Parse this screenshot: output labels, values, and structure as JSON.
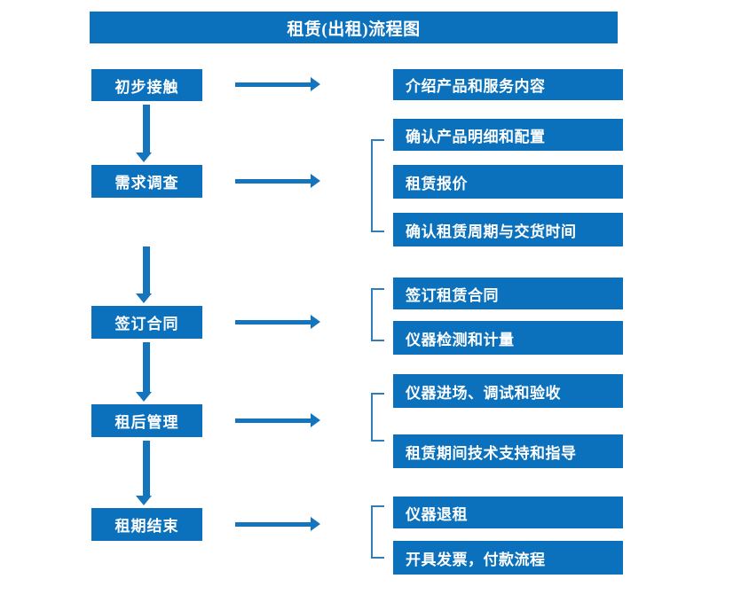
{
  "diagram": {
    "title": "租赁(出租)流程图",
    "accent_color": "#0C71BD",
    "connector_color": "#1474BC",
    "bracket_color": "#2E7DBF",
    "text_color": "#FFFFFF",
    "background_color": "#FFFFFF"
  },
  "stages": [
    {
      "label": "初步接触"
    },
    {
      "label": "需求调查"
    },
    {
      "label": "签订合同"
    },
    {
      "label": "租后管理"
    },
    {
      "label": "租期结束"
    }
  ],
  "details": [
    {
      "label": "介绍产品和服务内容"
    },
    {
      "label": "确认产品明细和配置"
    },
    {
      "label": "租赁报价"
    },
    {
      "label": "确认租赁周期与交货时间"
    },
    {
      "label": "签订租赁合同"
    },
    {
      "label": "仪器检测和计量"
    },
    {
      "label": "仪器进场、调试和验收"
    },
    {
      "label": "租赁期间技术支持和指导"
    },
    {
      "label": "仪器退租"
    },
    {
      "label": "开具发票，付款流程"
    }
  ]
}
